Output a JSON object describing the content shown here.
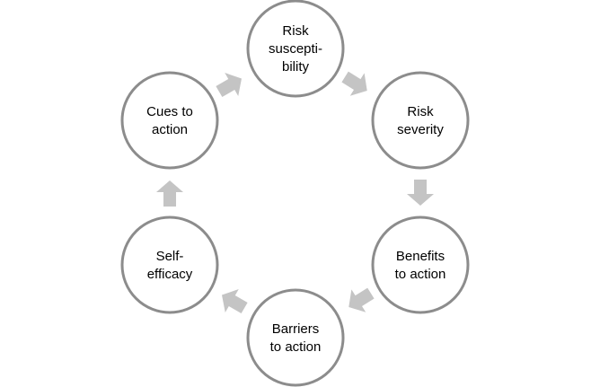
{
  "diagram": {
    "type": "cycle",
    "nodes": [
      {
        "id": "risk-susceptibility",
        "lines": [
          "Risk",
          "suscepti-",
          "bility"
        ]
      },
      {
        "id": "risk-severity",
        "lines": [
          "Risk",
          "severity"
        ]
      },
      {
        "id": "benefits-to-action",
        "lines": [
          "Benefits",
          "to action"
        ]
      },
      {
        "id": "barriers-to-action",
        "lines": [
          "Barriers",
          "to action"
        ]
      },
      {
        "id": "self-efficacy",
        "lines": [
          "Self-",
          "efficacy"
        ]
      },
      {
        "id": "cues-to-action",
        "lines": [
          "Cues to",
          "action"
        ]
      }
    ],
    "edges": [
      {
        "from": "risk-susceptibility",
        "to": "risk-severity"
      },
      {
        "from": "risk-severity",
        "to": "benefits-to-action"
      },
      {
        "from": "benefits-to-action",
        "to": "barriers-to-action"
      },
      {
        "from": "barriers-to-action",
        "to": "self-efficacy"
      },
      {
        "from": "self-efficacy",
        "to": "cues-to-action"
      },
      {
        "from": "cues-to-action",
        "to": "risk-susceptibility"
      }
    ],
    "colors": {
      "node_fill": "#ffffff",
      "node_stroke": "#8c8c8c",
      "arrow_fill": "#c4c4c4",
      "text": "#000000"
    }
  }
}
